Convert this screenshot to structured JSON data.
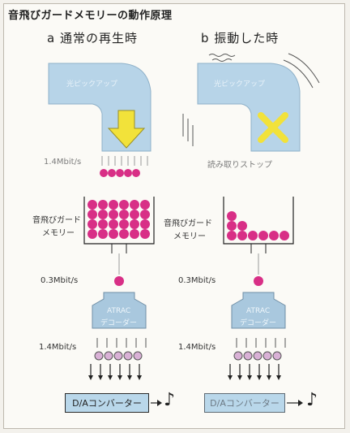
{
  "title": "音飛びガードメモリーの動作原理",
  "left": {
    "heading": "a 通常の再生時",
    "pickup": "光ピックアップ",
    "rate_in": "1.4Mbit/s",
    "memory_l1": "音飛びガード",
    "memory_l2": "メモリー",
    "rate_mid": "0.3Mbit/s",
    "decoder_l1": "ATRAC",
    "decoder_l2": "デコーダー",
    "rate_out": "1.4Mbit/s",
    "dac": "D/Aコンバーター",
    "note": "♪"
  },
  "right": {
    "heading": "b 振動した時",
    "pickup": "光ピックアップ",
    "stop": "読み取りストップ",
    "memory_l1": "音飛びガード",
    "memory_l2": "メモリー",
    "rate_mid": "0.3Mbit/s",
    "decoder_l1": "ATRAC",
    "decoder_l2": "デコーダー",
    "rate_out": "1.4Mbit/s",
    "dac": "D/Aコンバーター",
    "note": "♪"
  },
  "colors": {
    "pipe": "#b7d4e8",
    "ball": "#d82f86",
    "ball_light": "#d9b1d6",
    "arrow": "#f2e23a"
  }
}
